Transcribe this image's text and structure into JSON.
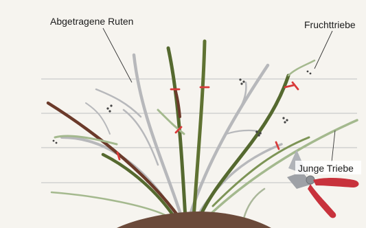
{
  "labels": {
    "old_canes": "Abgetragene Ruten",
    "fruiting_shoots": "Fruchttriebe",
    "young_shoots": "Junge Triebe"
  },
  "colors": {
    "background": "#f6f4ef",
    "trellis_wire": "#c9c9c9",
    "old_cane": "#b7b8bb",
    "young_shoot_dark": "#55692f",
    "young_shoot_light": "#a4b98e",
    "reddish_cane": "#6b3a2a",
    "cut_mark": "#d93a3a",
    "soil": "#6b4a3a",
    "shears_blade": "#b0b3b8",
    "shears_handle": "#c8323c"
  },
  "icons": [
    "cut-mark-icon",
    "pruning-shears-icon",
    "berry-cluster-icon"
  ]
}
